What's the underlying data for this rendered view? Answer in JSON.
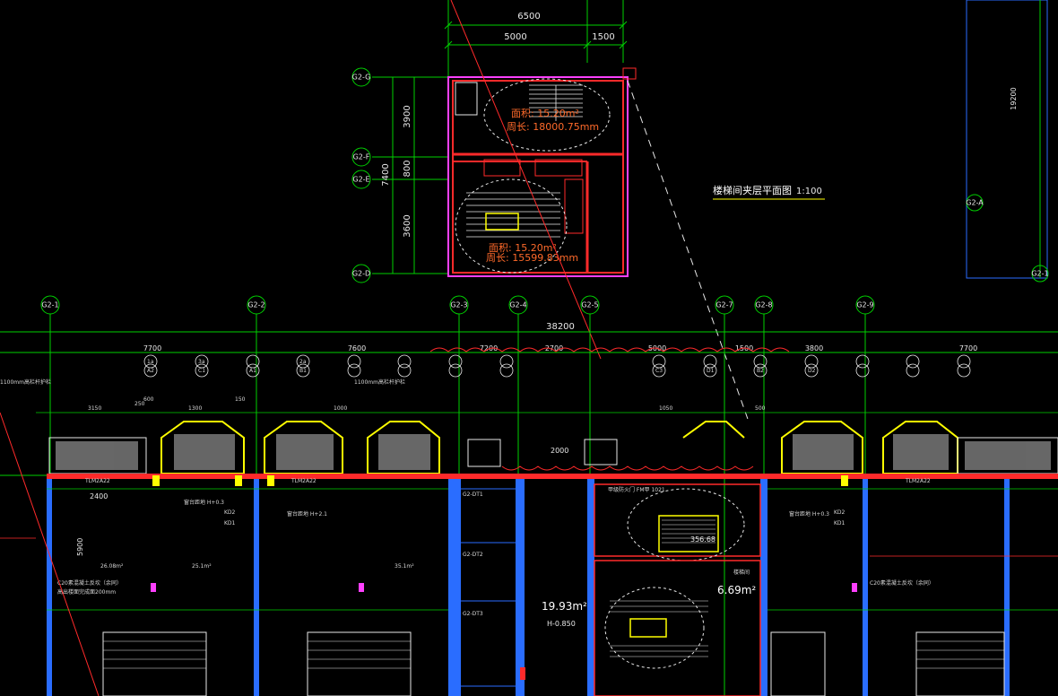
{
  "drawing": {
    "view_title": "楼梯间夹层平面图",
    "view_scale": "1:100",
    "colors": {
      "background": "#000000",
      "dim_line": "#00d000",
      "wall_red": "#ff2a2a",
      "wall_magenta": "#ff40ff",
      "column_blue": "#2a6dff",
      "window_yellow": "#ffff00",
      "text_white": "#e8e8e8",
      "area_orange": "#ff6a2a",
      "cyan_outline": "#00e0e0"
    },
    "top_dimensions": {
      "total": "6500",
      "left_span": "5000",
      "right_span": "1500"
    },
    "left_dimensions": {
      "upper": "3900",
      "middle": "800",
      "lower": "3600",
      "total": "7400"
    },
    "right_dimension": "19200",
    "stair_grid_labels": [
      "G2-G",
      "G2-F",
      "G2-E",
      "G2-D"
    ],
    "right_grid_labels": [
      "G2-A",
      "G2-1"
    ],
    "stair_area_upper": {
      "area": "面积: 15.20m²",
      "perimeter": "周长: 18000.75mm"
    },
    "stair_area_lower": {
      "area": "面积: 15.20m²",
      "perimeter": "周长: 15599.83mm"
    },
    "column_grid_labels": [
      "G2-1",
      "G2-2",
      "G2-3",
      "G2-4",
      "G2-5",
      "G2-7",
      "G2-8",
      "G2-9"
    ],
    "overall_dimension": "38200",
    "bay_dimensions": [
      "7700",
      "7600",
      "7200",
      "2700",
      "5000",
      "1500",
      "3800",
      "7700"
    ],
    "balcony_dims": [
      "3150",
      "600",
      "1300",
      "1000",
      "1050",
      "150",
      "500",
      "2000",
      "250"
    ],
    "window_tags": [
      "1a",
      "A2",
      "3a",
      "C1",
      "A1",
      "2a",
      "B1",
      "C3",
      "D1",
      "B2",
      "D2",
      "KD2",
      "KD1"
    ],
    "floor_areas": [
      "26.08m²",
      "25.1m²",
      "35.1m²",
      "19.93m²",
      "6.69m²",
      "356.68"
    ],
    "elev_label": "H-0.850",
    "dim_2400": "2400",
    "dim_5900": "5900",
    "notes": {
      "rail_note": "1100mm高栏杆护栏",
      "cut_note": "C20素混凝土反坎（余同）",
      "cut_sub": "高出楼面完成面200mm",
      "door_note": "甲级防火门 FM甲 1021",
      "window_note": "窗台距地 H+0.3",
      "window_note2": "窗台距地 H+2.1",
      "reference_tag": "TLM2A22",
      "shaft_tags": [
        "G2-DT1",
        "G2-DT2",
        "G2-DT3"
      ],
      "stair_tag": "楼梯间"
    }
  }
}
